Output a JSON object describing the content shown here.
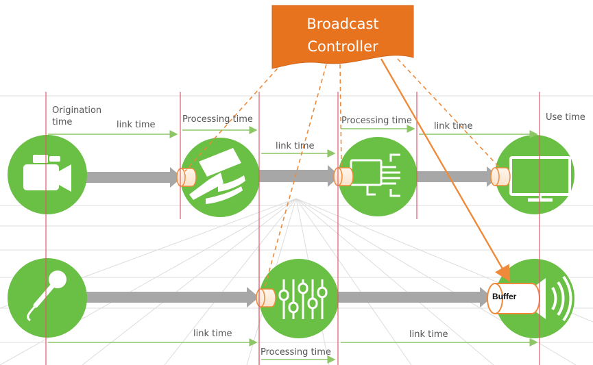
{
  "controller": {
    "line1": "Broadcast",
    "line2": "Controller",
    "color": "#e8731f"
  },
  "labels": {
    "origination": "Origination",
    "origination_time": "time",
    "link_time_1": "link time",
    "processing_time_1": "Processing time",
    "link_time_2": "link time",
    "processing_time_2": "Processing time",
    "link_time_3": "link time",
    "use_time": "Use time",
    "link_time_4": "link time",
    "link_time_5": "link time",
    "processing_time_3": "Processing time",
    "buffer": "Buffer"
  },
  "colors": {
    "node_green": "#6abf45",
    "time_line": "#e05a6a",
    "interval_green": "#8cc665",
    "arrow_gray": "#a7a7a7",
    "dash_orange": "#ee8a3a"
  },
  "icons": {
    "video": [
      "video-camera-icon",
      "security-camera-icon",
      "encoder-icon",
      "monitor-icon"
    ],
    "audio": [
      "microphone-icon",
      "mixer-icon",
      "speaker-icon"
    ]
  }
}
